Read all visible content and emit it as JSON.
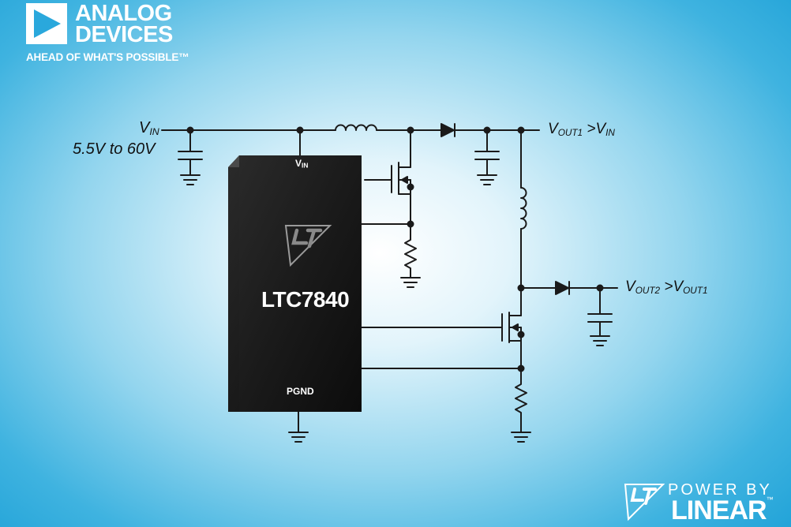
{
  "brand": {
    "line1": "ANALOG",
    "line2": "DEVICES",
    "tagline": "AHEAD OF WHAT'S POSSIBLE™"
  },
  "input": {
    "label_main": "V",
    "label_sub": "IN",
    "range": "5.5V to 60V"
  },
  "outputs": [
    {
      "main": "V",
      "sub": "OUT1",
      "rel": " >",
      "rel_main": "V",
      "rel_sub": "IN"
    },
    {
      "main": "V",
      "sub": "OUT2",
      "rel": " >",
      "rel_main": "V",
      "rel_sub": "OUT1"
    }
  ],
  "chip": {
    "part": "LTC7840",
    "pin_vin_main": "V",
    "pin_vin_sub": "IN",
    "pin_pgnd": "PGND"
  },
  "footer": {
    "power_by": "POWER BY",
    "linear": "LINEAR",
    "tm": "™"
  },
  "colors": {
    "wire": "#1a1a1a",
    "chip_body": "#151515",
    "chip_side": "#3a3a3a",
    "background_center": "#ffffff",
    "background_edge": "#1a9fd6"
  }
}
